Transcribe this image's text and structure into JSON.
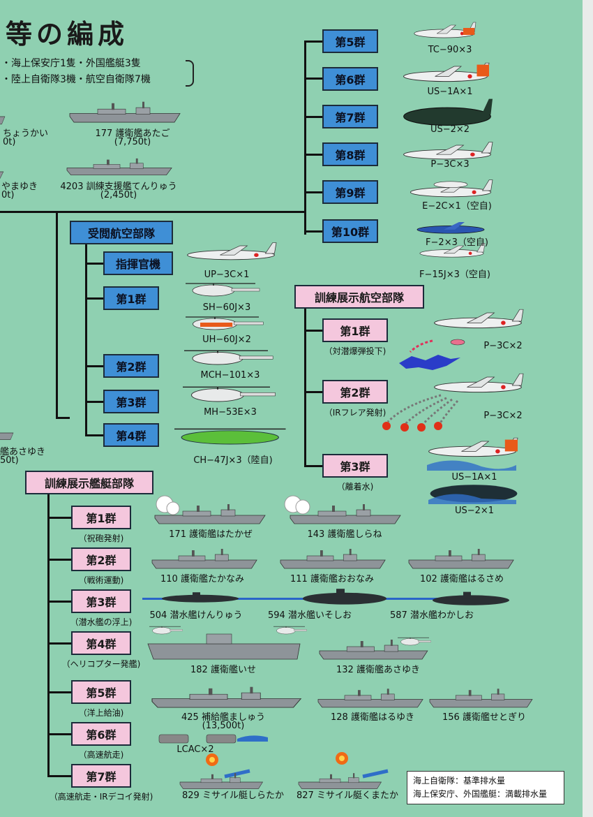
{
  "header": {
    "title": "等の編成",
    "line1": "・海上保安庁1隻・外国艦艇3隻",
    "line2": "・陸上自衛隊3機・航空自衛隊7機"
  },
  "left_ships": {
    "chokai": "ちょうかい",
    "chokai_t": "0t)",
    "atago": "177 護衛艦あたご",
    "atago_t": "(7,750t)",
    "yamayuki": "やまゆき",
    "yamayuki_t": "0t)",
    "tenryu": "4203 訓練支援艦てんりゅう",
    "tenryu_t": "(2,450t)",
    "asayuki_l": "艦あさゆき",
    "asayuki_l_t": "50t)"
  },
  "review_air": {
    "label": "受閲航空部隊",
    "command": "指揮官機",
    "groups": [
      "第1群",
      "第2群",
      "第3群",
      "第4群"
    ],
    "aircraft": [
      "UP−3C×1",
      "SH−60J×3",
      "UH−60J×2",
      "MCH−101×3",
      "MH−53E×3",
      "CH−47J×3（陸自)"
    ]
  },
  "upper_groups": {
    "labels": [
      "第5群",
      "第6群",
      "第7群",
      "第8群",
      "第9群",
      "第10群"
    ],
    "aircraft": [
      "TC−90×3",
      "US−1A×1",
      "US−2×2",
      "P−3C×3",
      "E−2C×1（空自)",
      "F−2×3（空自)",
      "F−15J×3（空自)"
    ]
  },
  "demo_air": {
    "label": "訓練展示航空部隊",
    "groups": [
      "第1群",
      "第2群",
      "第3群"
    ],
    "subs": [
      "（対潜爆弾投下)",
      "（IRフレア発射)",
      "（離着水)"
    ],
    "aircraft": [
      "P−3C×2",
      "P−3C×2",
      "US−1A×1",
      "US−2×1"
    ]
  },
  "demo_ships": {
    "label": "訓練展示艦艇部隊",
    "groups": [
      "第1群",
      "第2群",
      "第3群",
      "第4群",
      "第5群",
      "第6群",
      "第7群"
    ],
    "subs": [
      "（祝砲発射)",
      "（戦術運動)",
      "（潜水艦の浮上)",
      "（ヘリコプター発艦)",
      "（洋上給油)",
      "（高速航走)",
      "（高速航走・IRデコイ発射)"
    ],
    "ships": {
      "g1": [
        "171 護衛艦はたかぜ",
        "143 護衛艦しらね"
      ],
      "g2": [
        "110 護衛艦たかなみ",
        "111 護衛艦おおなみ",
        "102 護衛艦はるさめ"
      ],
      "g3": [
        "504 潜水艦けんりゅう",
        "594 潜水艦いそしお",
        "587 潜水艦わかしお"
      ],
      "g4": [
        "182 護衛艦いせ",
        "132 護衛艦あさゆき"
      ],
      "g5": [
        "425 補給艦ましゅう",
        "(13,500t)",
        "128 護衛艦はるゆき",
        "156 護衛艦せとぎり"
      ],
      "g6": [
        "LCAC×2"
      ],
      "g7": [
        "829 ミサイル艇しらたか",
        "827 ミサイル艇くまたか"
      ]
    }
  },
  "note": {
    "line1": "海上自衛隊：基準排水量",
    "line2": "海上保安庁、外国艦艇：満載排水量"
  },
  "colors": {
    "background": "#8fd0b1",
    "blue_box": "#3f8fd6",
    "pink_box": "#f4c7dd"
  }
}
